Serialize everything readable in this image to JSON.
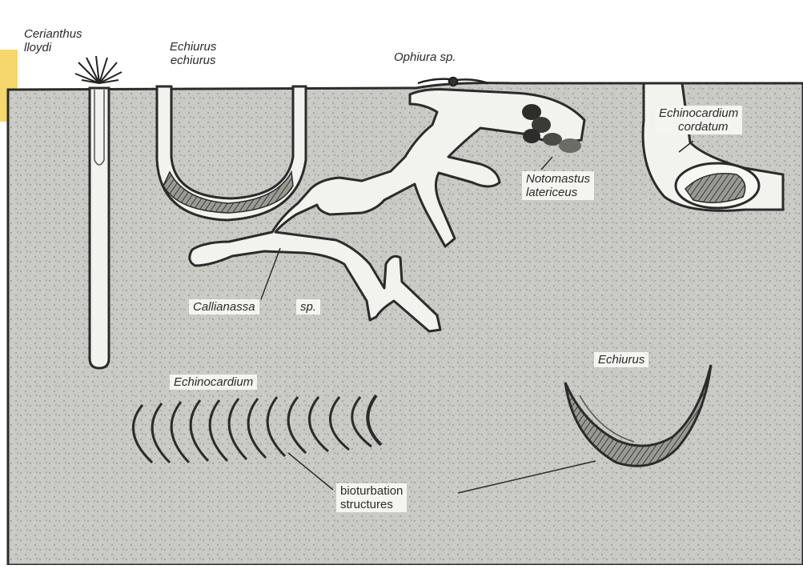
{
  "figure": {
    "labels": {
      "cerianthus": [
        "Cerianthus",
        "lloydi"
      ],
      "echiurus_top": [
        "Echiurus",
        "echiurus"
      ],
      "ophiura": "Ophiura sp.",
      "echinocardium_top": [
        "Echinocardium",
        "cordatum"
      ],
      "notomastus": [
        "Notomastus",
        "latericeus"
      ],
      "callianassa": "Callianassa",
      "callianassa_sp": "sp.",
      "echinocardium_trace": "Echinocardium",
      "echiurus_trace": "Echiurus",
      "bioturbation": [
        "bioturbation",
        "structures"
      ]
    },
    "colors": {
      "sediment": "#c8c8c4",
      "sediment_dark": "#8f8f8a",
      "burrow_fill": "#f2f2ef",
      "ink": "#2b2b2b",
      "water": "#ffffff",
      "accent_tab": "#f5d76e"
    }
  }
}
